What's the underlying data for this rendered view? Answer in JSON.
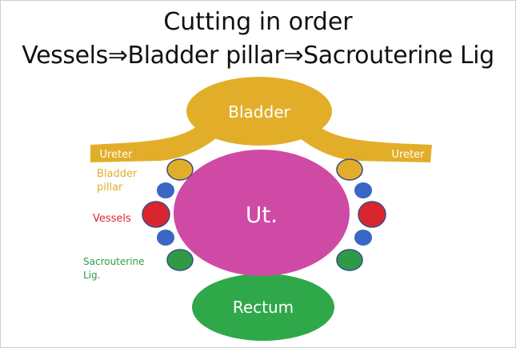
{
  "header": {
    "title": "Cutting in order",
    "subtitle": "Vessels⇒Bladder pillar⇒Sacrouterine Lig"
  },
  "diagram": {
    "bladder": "Bladder",
    "ureter_left": "Ureter",
    "ureter_right": "Ureter",
    "uterus": "Ut.",
    "rectum": "Rectum",
    "bladder_pillar_line1": "Bladder",
    "bladder_pillar_line2": "pillar",
    "vessels": "Vessels",
    "sacrouterine_line1": "Sacrouterine",
    "sacrouterine_line2": "Lig."
  },
  "colors": {
    "bladder": "#e2ae2a",
    "uterus": "#cf4aa5",
    "rectum": "#2fa84a",
    "vessel": "#d9252d",
    "blue": "#3a66c4",
    "ligament": "#2f9a46"
  }
}
